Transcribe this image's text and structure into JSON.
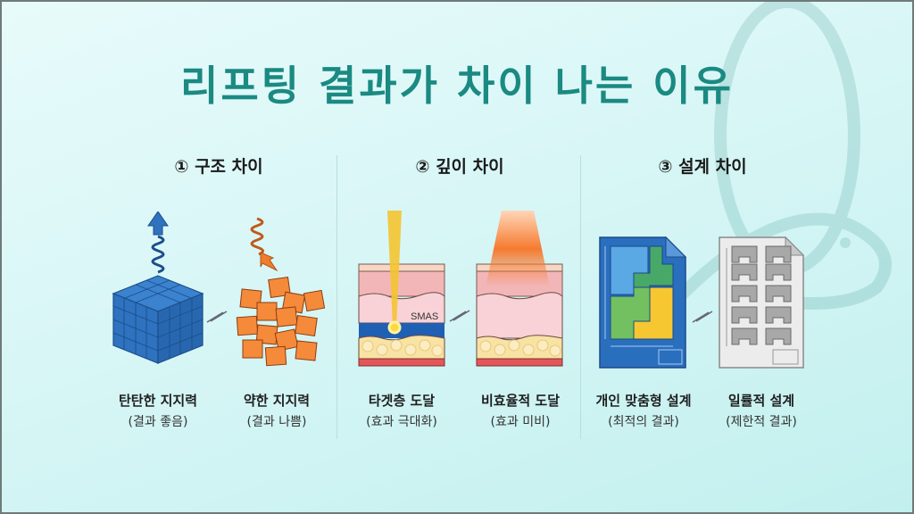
{
  "title": "리프팅 결과가 차이 나는 이유",
  "colors": {
    "title": "#1a8a82",
    "strong_blue": "#2e72c0",
    "weak_orange": "#f07d2c",
    "focus_yellow": "#f4c430",
    "smas_blue": "#1f5fb4",
    "skin_pink": "#f6c9cc",
    "fat_yellow": "#f8e2a4",
    "blueprint_blue": "#2a6fbe",
    "generic_gray": "#a8a8a8"
  },
  "sections": [
    {
      "number": "①",
      "heading": "① 구조 차이",
      "left": {
        "icon": "woven-cube-icon",
        "label": "탄탄한 지지력",
        "sub": "(결과 좋음)"
      },
      "right": {
        "icon": "loose-cubes-icon",
        "label": "약한 지지력",
        "sub": "(결과 나쁨)"
      },
      "compare_icon": "lightning-vs-icon"
    },
    {
      "number": "②",
      "heading": "② 깊이 차이",
      "left": {
        "icon": "focused-beam-skin-icon",
        "label": "타겟층 도달",
        "sub": "(효과 극대화)",
        "layer_label": "SMAS"
      },
      "right": {
        "icon": "diffuse-beam-skin-icon",
        "label": "비효율적 도달",
        "sub": "(효과 미비)"
      },
      "compare_icon": "lightning-vs-icon"
    },
    {
      "number": "③",
      "heading": "③ 설계 차이",
      "left": {
        "icon": "custom-blueprint-icon",
        "label": "개인 맞춤형 설계",
        "sub": "(최적의 결과)"
      },
      "right": {
        "icon": "uniform-blueprint-icon",
        "label": "일률적 설계",
        "sub": "(제한적 결과)"
      },
      "compare_icon": "lightning-vs-icon"
    }
  ]
}
